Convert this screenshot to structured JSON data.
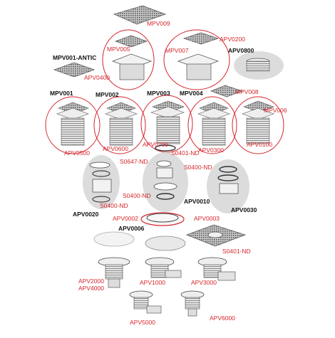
{
  "colors": {
    "label_red": "#d6262c",
    "label_black": "#111111",
    "group_ellipse": "#d6262c",
    "group_fill": "#dcdcdc"
  },
  "labels": {
    "MPV009": "MPV009",
    "MPV005": "MPV005",
    "APV0400": "APV0400",
    "MPV007": "MPV007",
    "APV0200": "APV0200",
    "APV0800": "APV0800",
    "MPV001_ANTIC": "MPV001-ANTIC",
    "MPV001": "MPV001",
    "MPV002": "MPV002",
    "MPV003": "MPV003",
    "MPV004": "MPV004",
    "MPV008": "MPV008",
    "MPV006": "MPV006",
    "APV0500": "APV0500",
    "APV0600": "APV0600",
    "APV0700": "APV0700",
    "S0401_ND_top": "S0401-ND",
    "APV0300": "APV0300",
    "APV0100": "APV0100",
    "S0647_ND": "S0647-ND",
    "S0400_ND_mid": "S0400-ND",
    "S0400_ND_right": "S0400-ND",
    "S0400_ND_left": "S0400-ND",
    "APV0010": "APV0010",
    "APV0020": "APV0020",
    "APV0030": "APV0030",
    "APV0002": "APV0002",
    "APV0003": "APV0003",
    "APV0006": "APV0006",
    "S0401_ND_bottom": "S0401-ND",
    "APV2000": "APV2000",
    "APV4000": "APV4000",
    "APV1000": "APV1000",
    "APV3000": "APV3000",
    "APV5000": "APV5000",
    "APV6000": "APV6000"
  }
}
